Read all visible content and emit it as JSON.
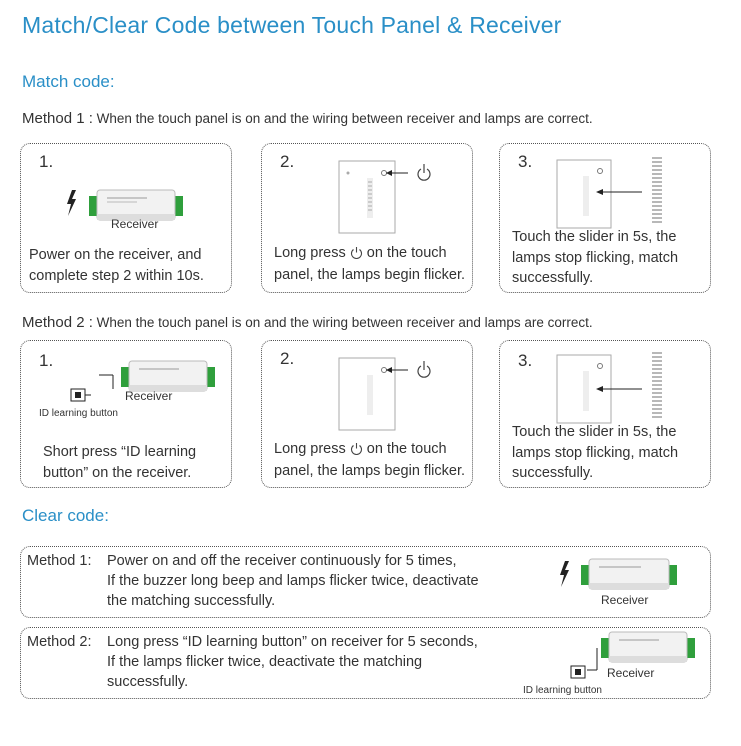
{
  "title": "Match/Clear Code between Touch Panel & Receiver",
  "match": {
    "heading": "Match code:",
    "method1": {
      "label": "Method 1 :",
      "desc": " When the touch panel is on and the wiring between receiver and lamps are correct.",
      "steps": [
        {
          "num": "1.",
          "image_label": "Receiver",
          "text1": "Power on the receiver, and",
          "text2": "complete step 2 within 10s."
        },
        {
          "num": "2.",
          "text1a": "Long press ",
          "text1b": " on the touch",
          "text2": "panel, the lamps begin flicker."
        },
        {
          "num": "3.",
          "text1": "Touch the slider in 5s, the",
          "text2": "lamps stop flicking, match",
          "text3": "successfully."
        }
      ]
    },
    "method2": {
      "label": "Method 2 :",
      "desc": " When the touch panel is on and the wiring between receiver and lamps are correct.",
      "steps": [
        {
          "num": "1.",
          "image_label": "Receiver",
          "button_label": "ID learning button",
          "text1": "Short press “ID learning",
          "text2": "button” on the receiver."
        },
        {
          "num": "2.",
          "text1a": "Long press ",
          "text1b": " on the touch",
          "text2": "panel, the lamps begin flicker."
        },
        {
          "num": "3.",
          "text1": "Touch the slider in 5s, the",
          "text2": "lamps stop flicking, match",
          "text3": "successfully."
        }
      ]
    }
  },
  "clear": {
    "heading": "Clear code:",
    "method1": {
      "label": "Method 1:",
      "line1": "Power on and off the receiver continuously for 5 times,",
      "line2": "If the buzzer long beep and lamps flicker twice, deactivate",
      "line3": "the matching successfully.",
      "image_label": "Receiver"
    },
    "method2": {
      "label": "Method 2:",
      "line1": "Long press “ID learning button” on receiver for 5 seconds,",
      "line2": "If the lamps flicker twice, deactivate the matching",
      "line3": "successfully.",
      "image_label": "Receiver",
      "button_label": "ID learning button"
    }
  },
  "colors": {
    "accent": "#2a8fc7",
    "text": "#333333",
    "receiver_body": "#f2f2f2",
    "terminal": "#2f9f3c"
  }
}
